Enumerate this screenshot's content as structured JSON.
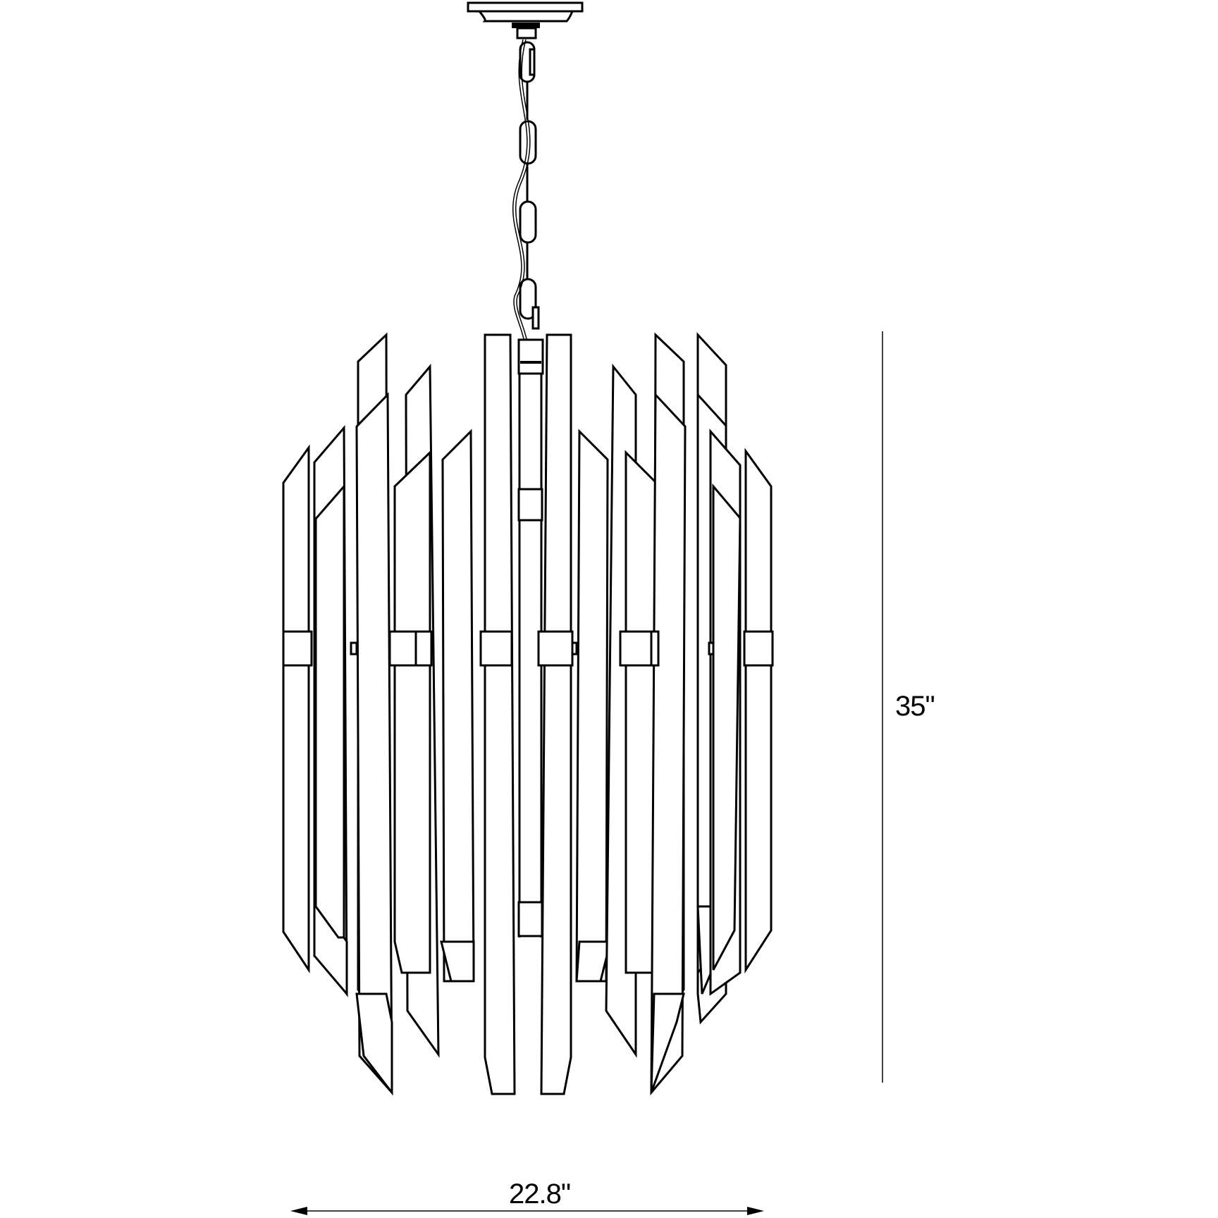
{
  "diagram": {
    "subject": "Pendant chandelier with vertical crystal prism bars, chain and ceiling canopy",
    "line_color": "#000000",
    "background_color": "#ffffff"
  },
  "dimensions": {
    "height": {
      "label": "35\"",
      "value_in": 35
    },
    "width": {
      "label": "22.8\"",
      "value_in": 22.8
    }
  }
}
